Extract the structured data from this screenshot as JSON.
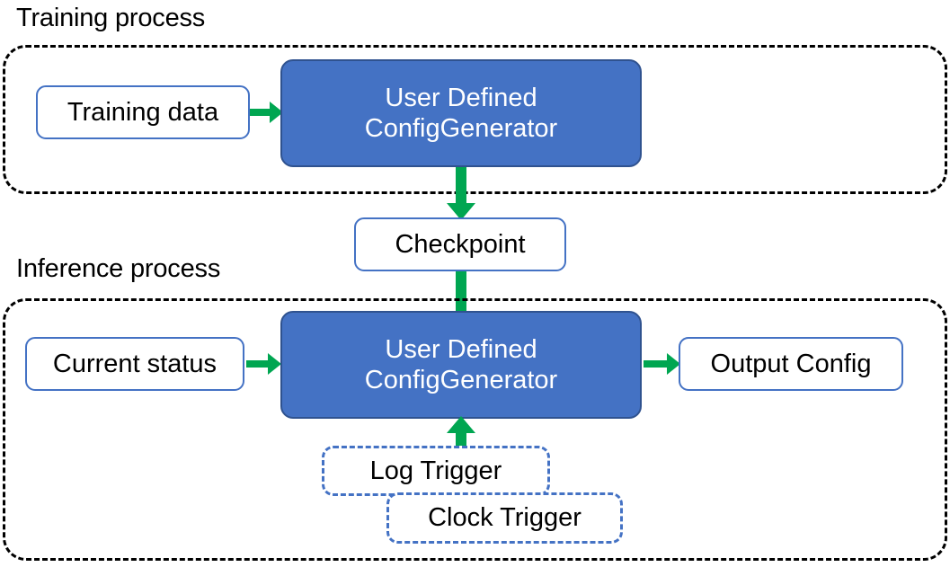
{
  "diagram": {
    "title_training": "Training process",
    "title_inference": "Inference process",
    "colors": {
      "accent_blue": "#4472C4",
      "node_border_blue": "#4472C4",
      "primary_fill": "#4472C4",
      "primary_border": "#2F528F",
      "arrow_green": "#00A651",
      "group_border": "#000000",
      "text_dark": "#000000",
      "text_light": "#FFFFFF",
      "background": "#FFFFFF"
    },
    "training": {
      "label": "Training process",
      "nodes": {
        "training_data": "Training data",
        "generator_line1": "User Defined",
        "generator_line2": "ConfigGenerator"
      }
    },
    "checkpoint": {
      "label": "Checkpoint"
    },
    "inference": {
      "label": "Inference process",
      "nodes": {
        "current_status": "Current status",
        "generator_line1": "User Defined",
        "generator_line2": "ConfigGenerator",
        "output_config": "Output Config",
        "log_trigger": "Log Trigger",
        "clock_trigger": "Clock Trigger"
      }
    },
    "arrows": [
      {
        "name": "training-data-to-generator",
        "direction": "right"
      },
      {
        "name": "training-generator-to-checkpoint",
        "direction": "down"
      },
      {
        "name": "checkpoint-to-inference-generator",
        "direction": "down"
      },
      {
        "name": "current-status-to-generator",
        "direction": "right"
      },
      {
        "name": "generator-to-output-config",
        "direction": "right"
      },
      {
        "name": "triggers-to-generator",
        "direction": "up"
      }
    ]
  }
}
